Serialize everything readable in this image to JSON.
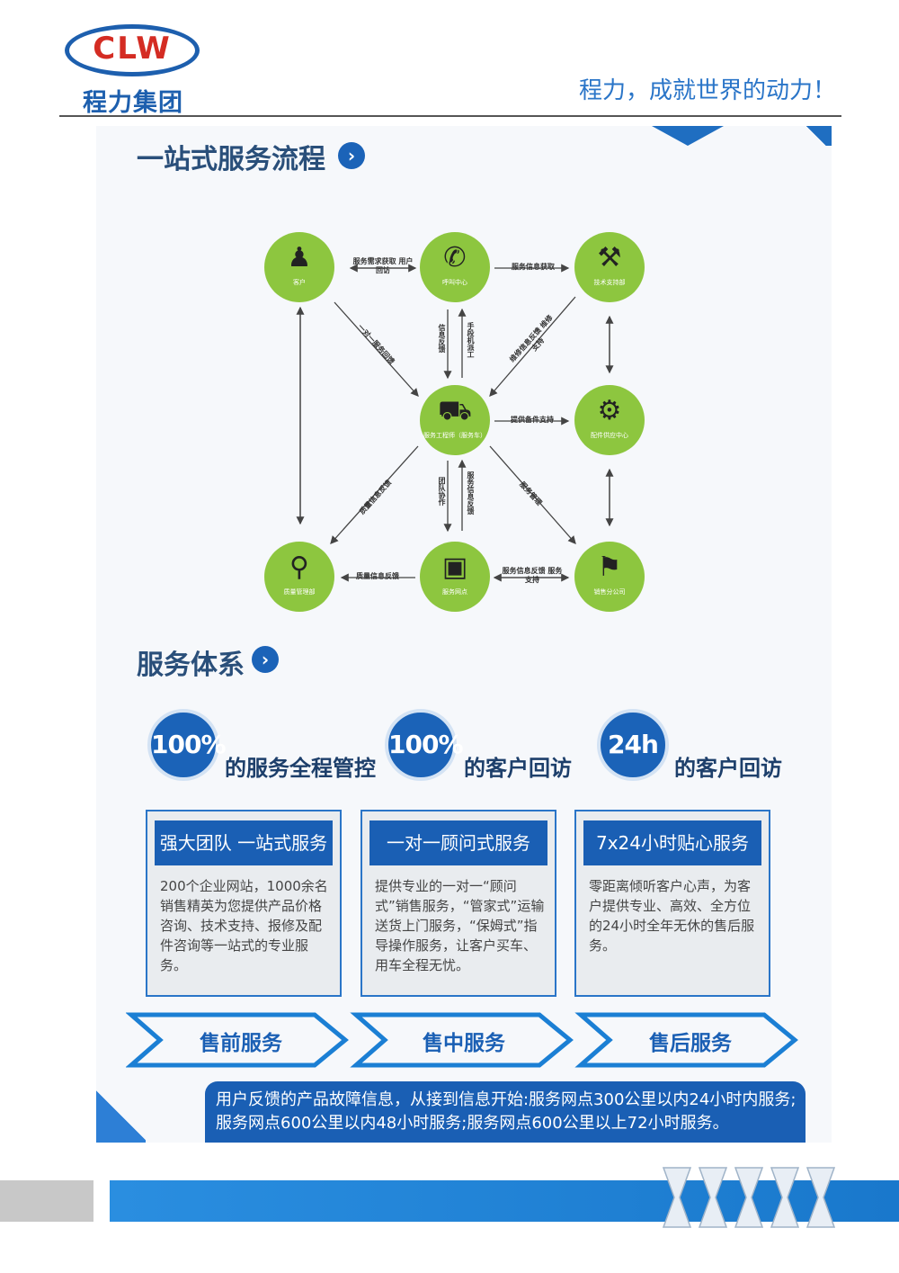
{
  "header": {
    "logo_text": "CLW",
    "logo_cn": "程力集团",
    "slogan": "程力，成就世界的动力！"
  },
  "section1": {
    "title": "一站式服务流程",
    "arrow": "›"
  },
  "flow": {
    "nodes": {
      "n1": {
        "label": "客户"
      },
      "n2": {
        "label": "呼叫中心"
      },
      "n3": {
        "label": "技术支持部"
      },
      "n4": {
        "label": "服务工程师（服务车）"
      },
      "n5": {
        "label": "配件供应中心"
      },
      "n6": {
        "label": "质量管理部"
      },
      "n7": {
        "label": "服务网点"
      },
      "n8": {
        "label": "销售分公司"
      }
    },
    "edges": {
      "e12": "服务需求获取 用户回访",
      "e23": "服务信息获取",
      "e24a": "信息反馈",
      "e24b": "手段机派工",
      "e34": "维修信息反馈 维修支持",
      "e14": "一对一服务回馈",
      "e45": "提供备件支持",
      "e46": "质量信息反馈",
      "e47a": "团队协作",
      "e47b": "服务信息反馈",
      "e48": "服务管理",
      "e67": "质量信息反馈",
      "e78": "服务信息反馈 服务支持"
    }
  },
  "section2": {
    "title": "服务体系",
    "arrow": "›"
  },
  "stats": [
    {
      "value": "100%",
      "text": "的服务全程管控"
    },
    {
      "value": "100%",
      "text": "的客户回访"
    },
    {
      "value": "24h",
      "text": "的客户回访"
    }
  ],
  "cards": [
    {
      "title": "强大团队 一站式服务",
      "body": "200个企业网站，1000余名销售精英为您提供产品价格咨询、技术支持、报修及配件咨询等一站式的专业服务。"
    },
    {
      "title": "一对一顾问式服务",
      "body": "提供专业的一对一“顾问式”销售服务，“管家式”运输送货上门服务，“保姆式”指导操作服务，让客户买车、用车全程无忧。"
    },
    {
      "title": "7x24小时贴心服务",
      "body": "零距离倾听客户心声，为客户提供专业、高效、全方位的24小时全年无休的售后服务。"
    }
  ],
  "stages": [
    "售前服务",
    "售中服务",
    "售后服务"
  ],
  "notice": "用户反馈的产品故障信息，从接到信息开始:服务网点300公里以内24小时内服务;服务网点600公里以内48小时服务;服务网点600公里以上72小时服务。",
  "colors": {
    "blue": "#1a5fb4",
    "green": "#8dc63f",
    "red": "#d42c23"
  }
}
